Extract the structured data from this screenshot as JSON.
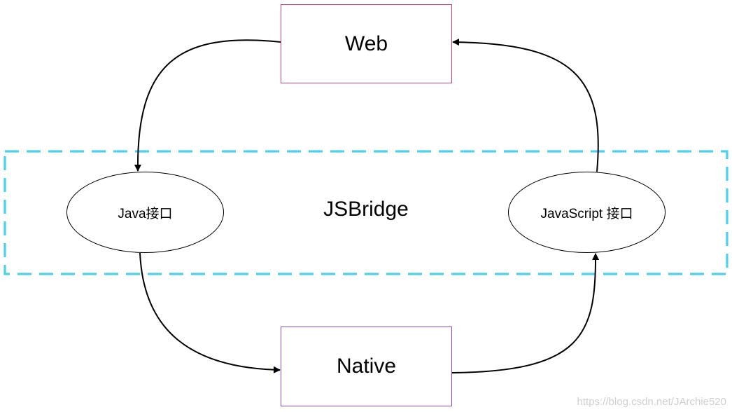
{
  "diagram": {
    "web_label": "Web",
    "native_label": "Native",
    "bridge_label": "JSBridge",
    "java_interface_label": "Java接口",
    "js_interface_label": "JavaScript 接口"
  },
  "colors": {
    "bridge_border": "#4dd0ee",
    "web_border": "#d63f7a",
    "native_border": "#8e49d1",
    "arrow": "#000000"
  },
  "watermark": "https://blog.csdn.net/JArchie520"
}
